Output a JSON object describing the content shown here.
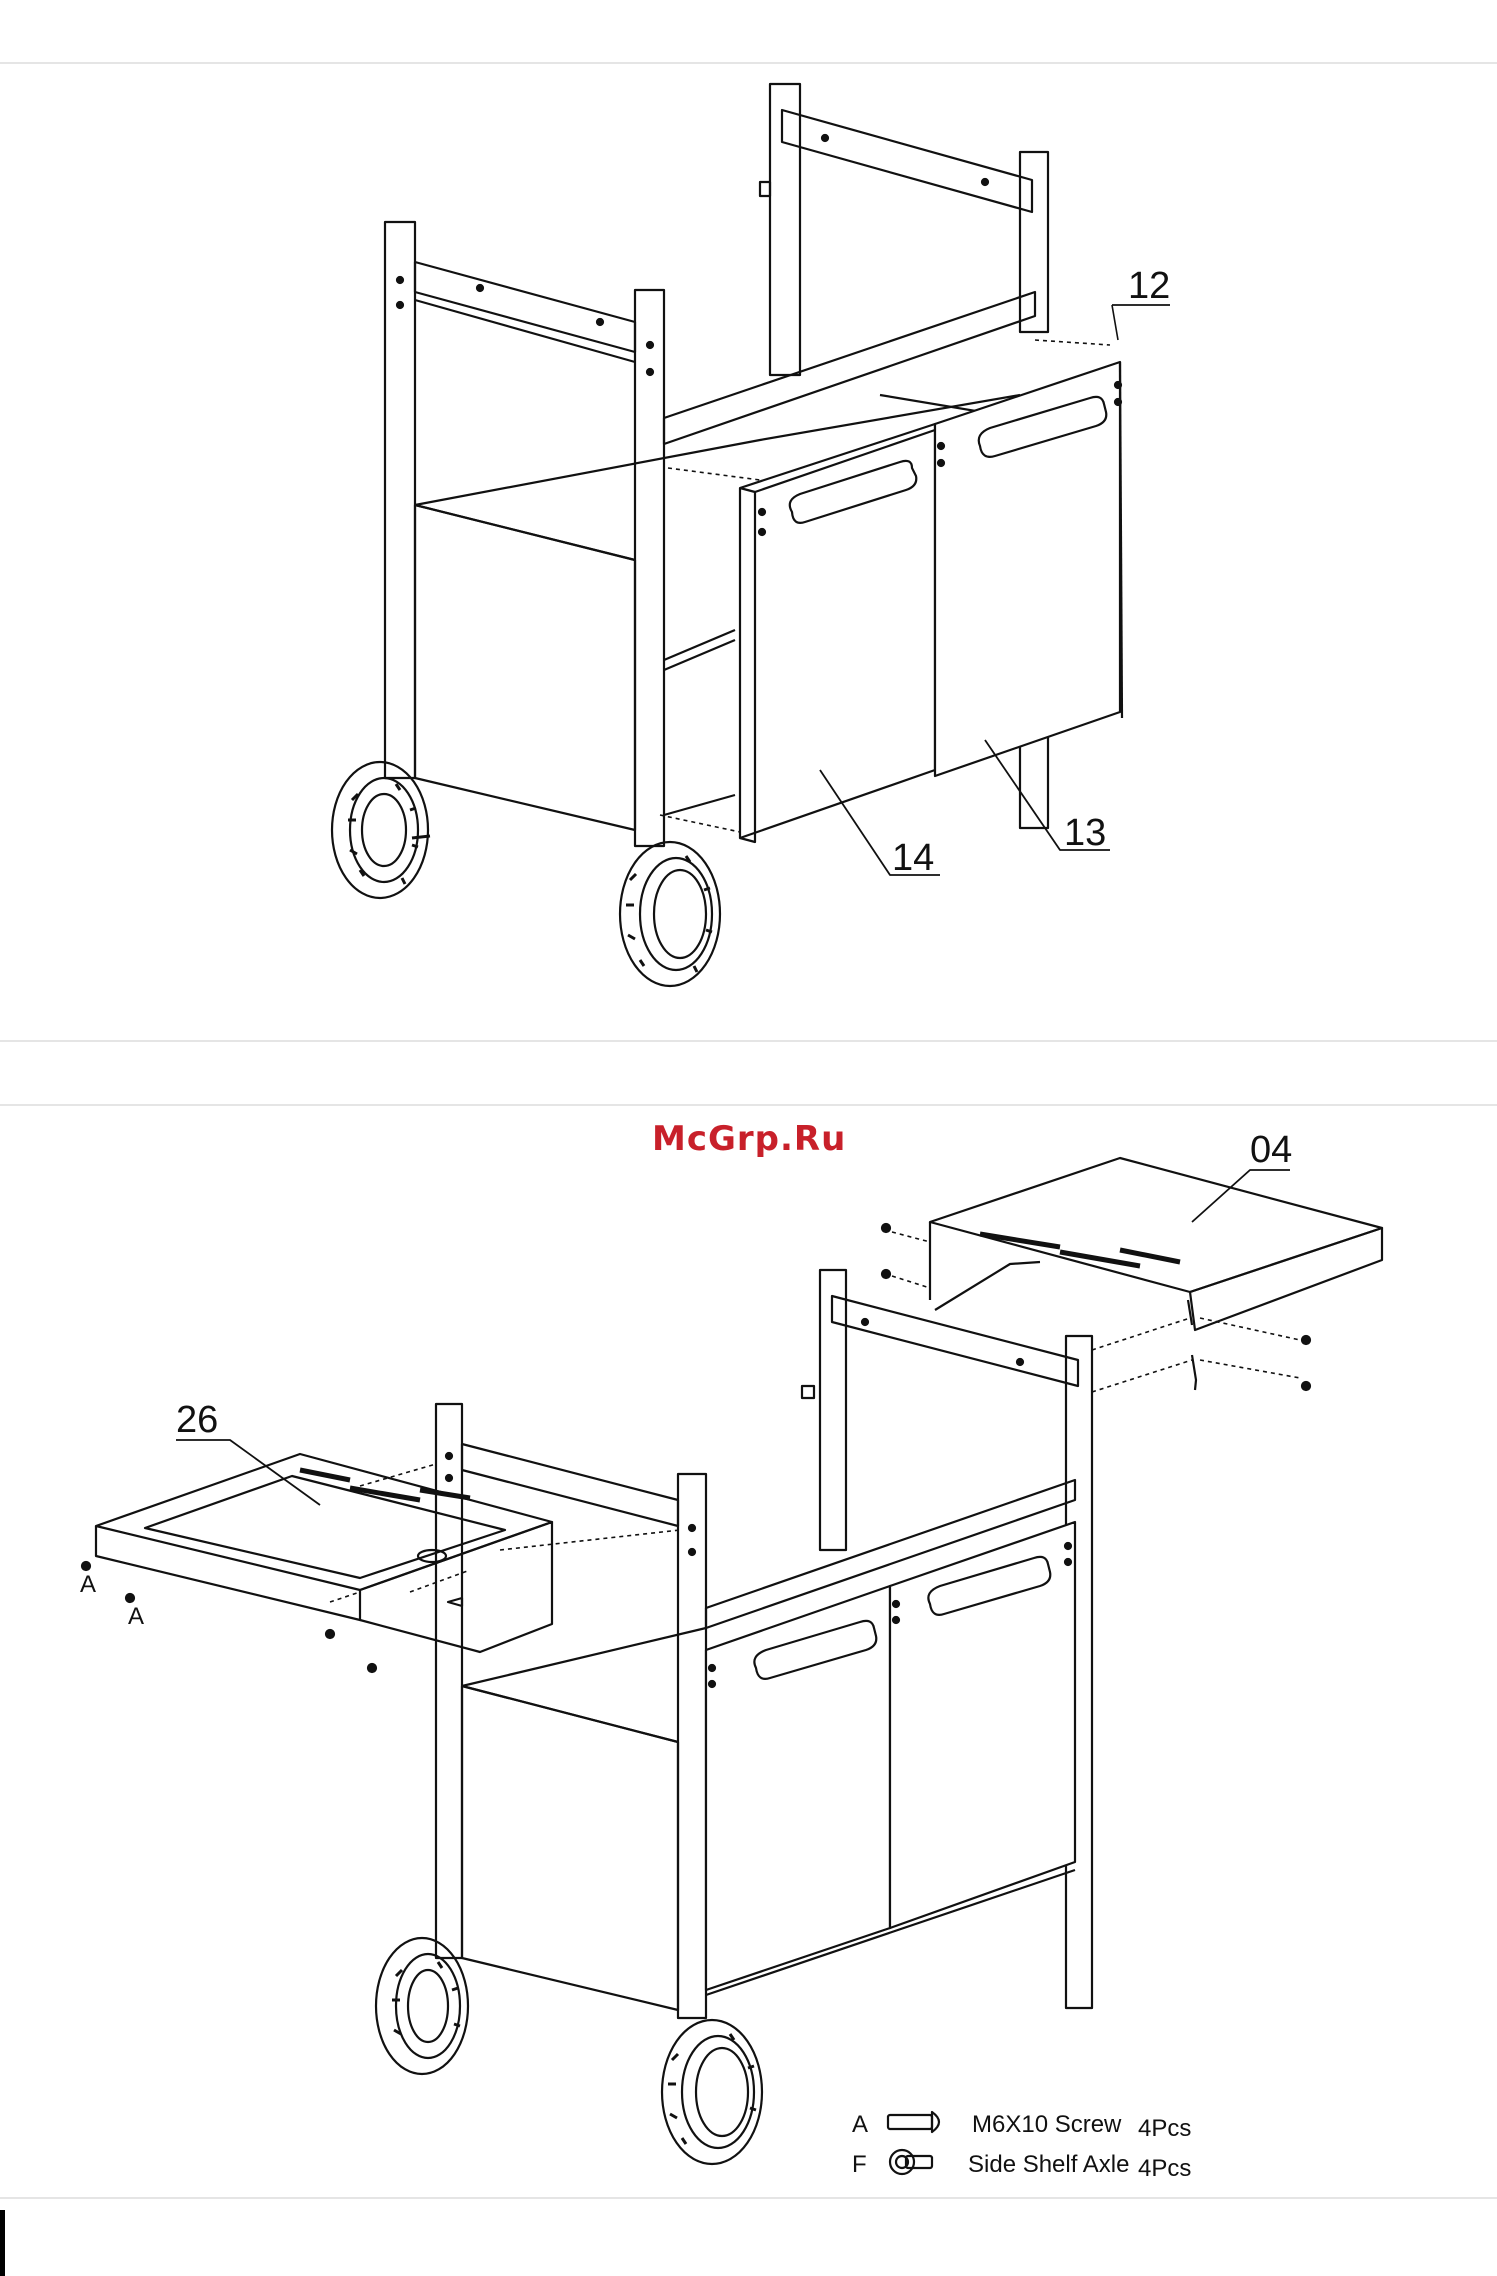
{
  "step1": {
    "callouts": [
      "12",
      "14",
      "13"
    ]
  },
  "step2": {
    "watermark": "McGrp.Ru",
    "callouts": [
      "04",
      "26"
    ],
    "screw_labels": [
      "A",
      "A"
    ],
    "legend": [
      {
        "key": "A",
        "name": "M6X10 Screw",
        "qty": "4Pcs",
        "icon": "screw-icon"
      },
      {
        "key": "F",
        "name": "Side  Shelf Axle",
        "qty": "4Pcs",
        "icon": "axle-icon"
      }
    ]
  }
}
